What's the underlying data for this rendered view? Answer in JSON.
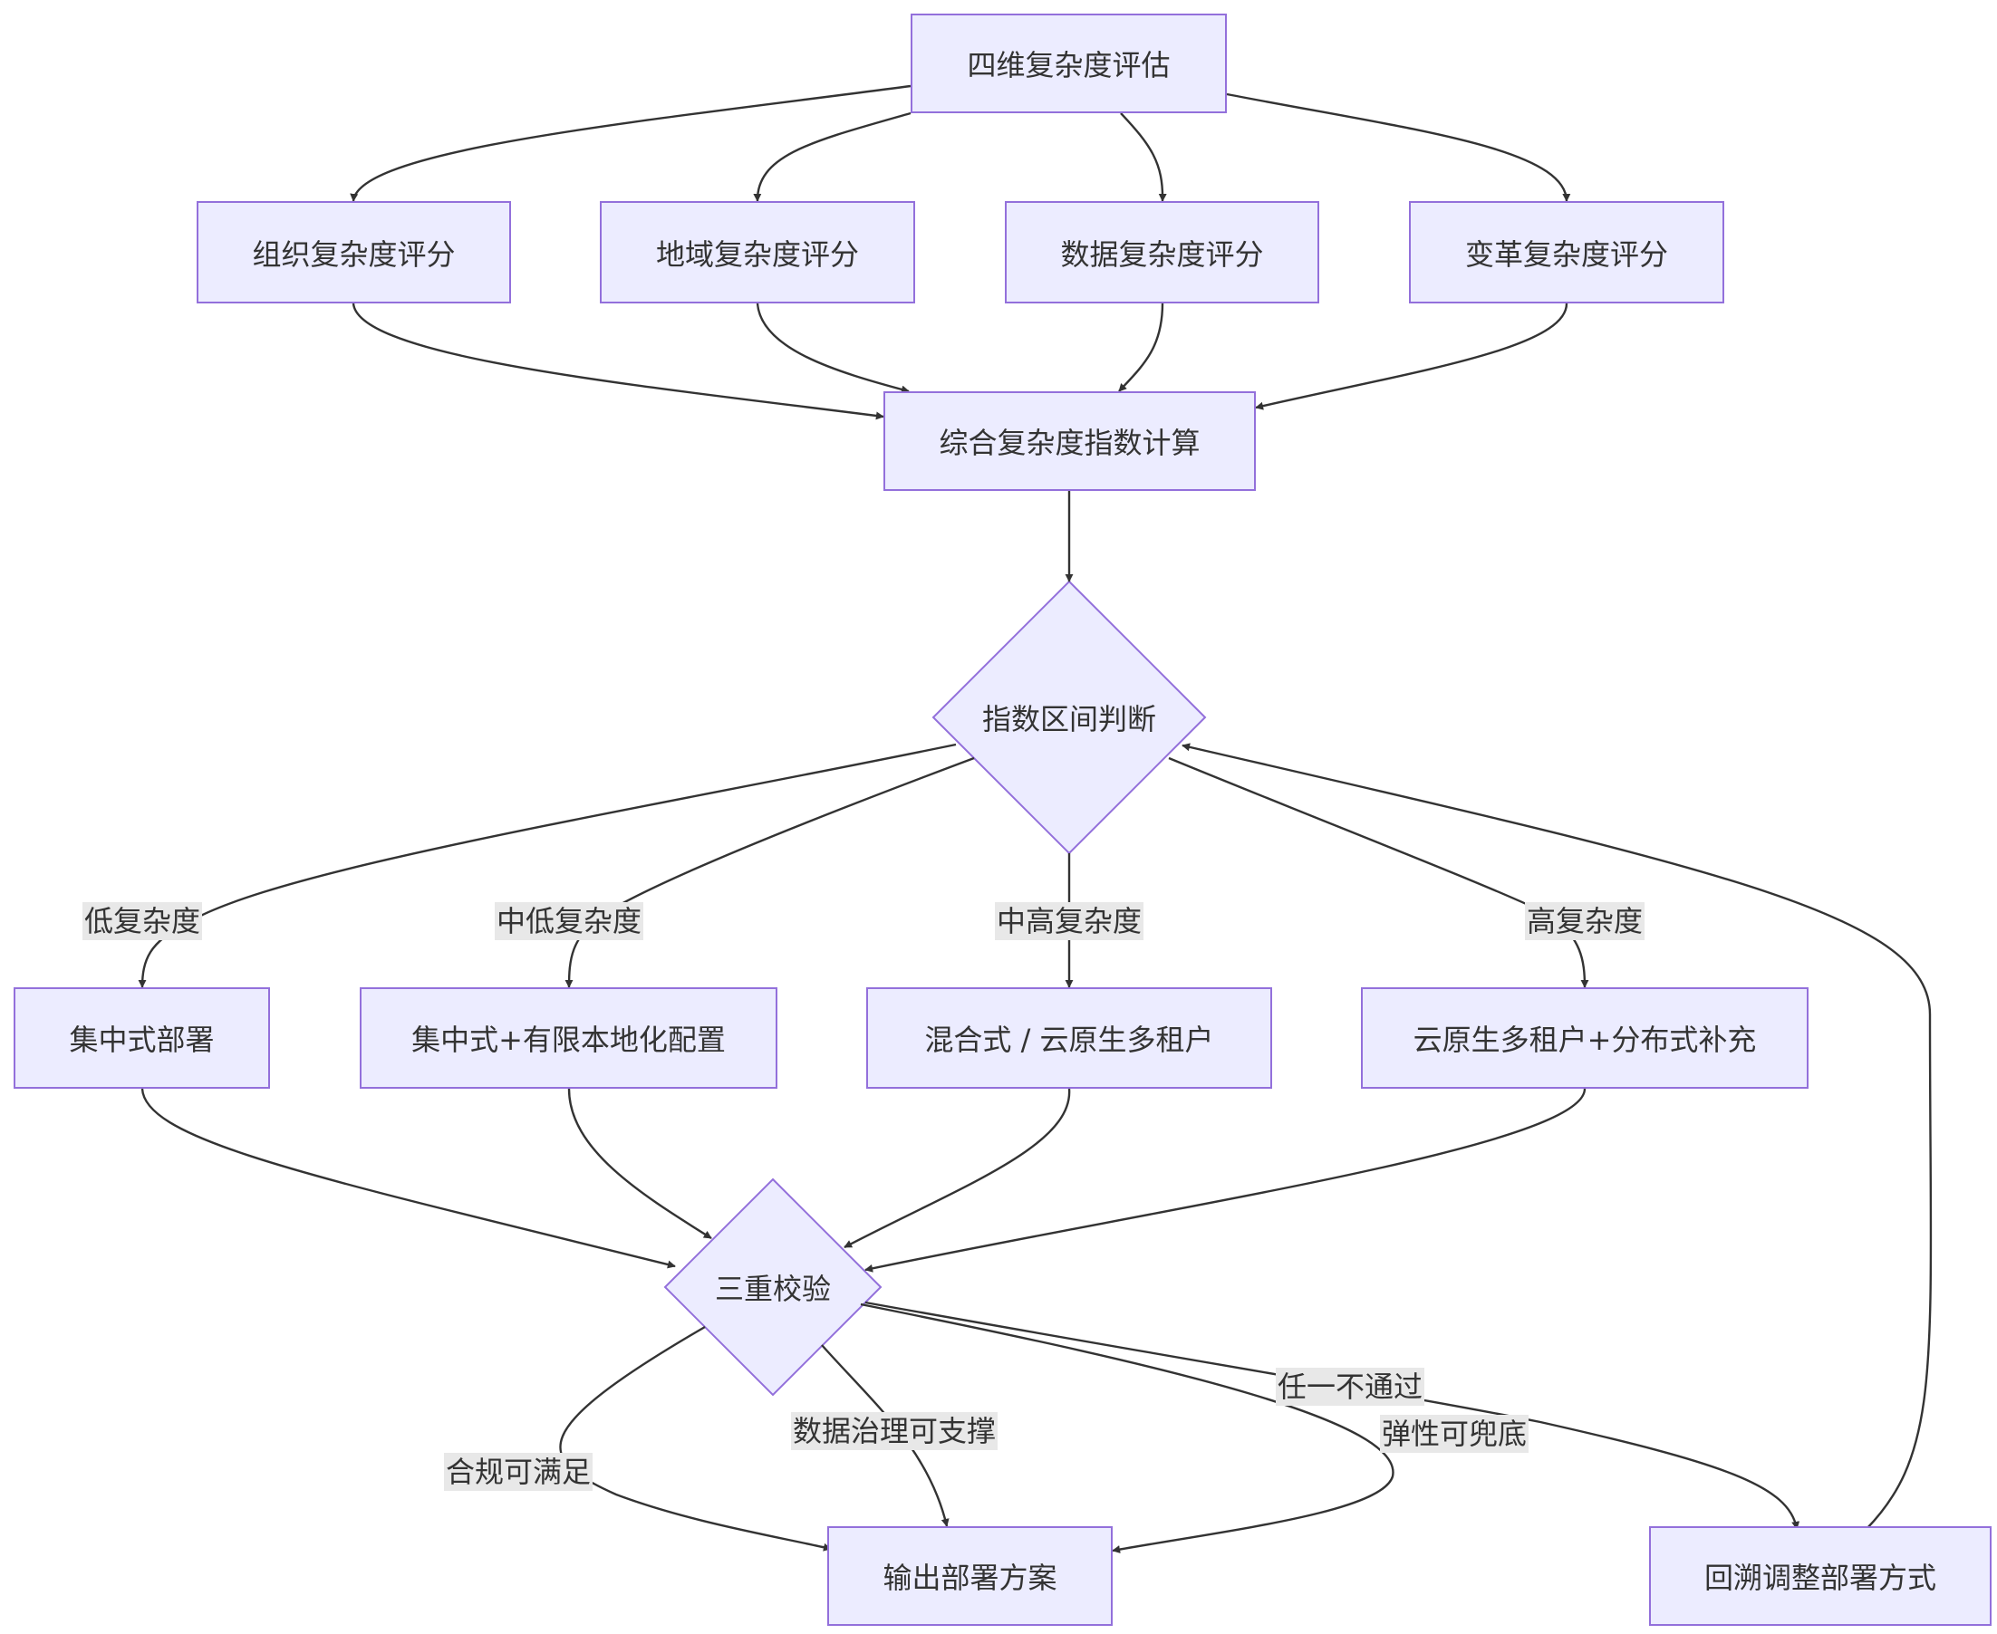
{
  "nodes": {
    "start": "四维复杂度评估",
    "org": "组织复杂度评分",
    "geo": "地域复杂度评分",
    "data": "数据复杂度评分",
    "change": "变革复杂度评分",
    "calc": "综合复杂度指数计算",
    "judge": "指数区间判断",
    "central": "集中式部署",
    "central_plus": "集中式+有限本地化配置",
    "hybrid": "混合式 / 云原生多租户",
    "cloud": "云原生多租户+分布式补充",
    "verify": "三重校验",
    "output": "输出部署方案",
    "rollback": "回溯调整部署方式"
  },
  "edge_labels": {
    "low": "低复杂度",
    "mid_low": "中低复杂度",
    "mid_high": "中高复杂度",
    "high": "高复杂度",
    "compliance": "合规可满足",
    "governance": "数据治理可支撑",
    "elastic": "弹性可兜底",
    "fail": "任一不通过"
  },
  "colors": {
    "node_fill": "#ececff",
    "node_stroke": "#9370db",
    "edge": "#333333",
    "label_bg": "#e8e8e8"
  }
}
